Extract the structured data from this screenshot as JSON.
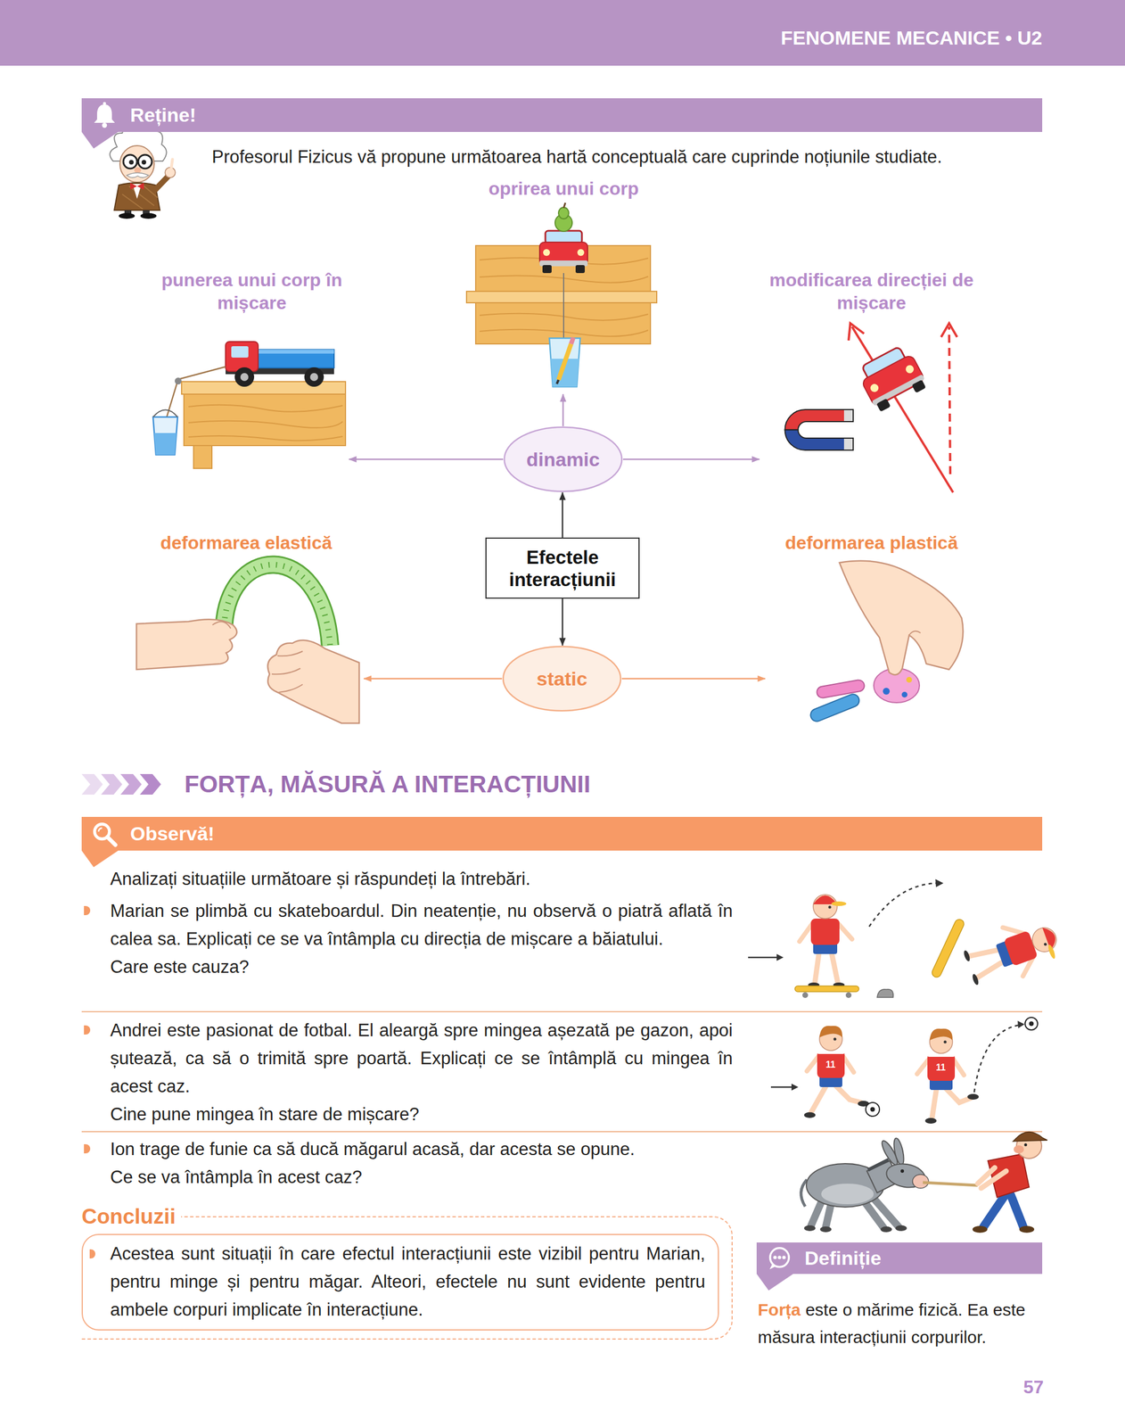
{
  "diagram": {
    "nodes": [
      {
        "text": [
          "FENOMENE MECANICE • U2"
        ]
      },
      {
        "text": [
          "Reține!"
        ]
      },
      {
        "text": [
          "oprirea unui corp"
        ]
      },
      {
        "text": [
          "punerea unui corp în mișcare"
        ]
      },
      {
        "text": [
          "modificarea direcției de mișcare"
        ]
      },
      {
        "text": [
          "dinamic"
        ]
      },
      {
        "text": [
          "deformarea elastică"
        ]
      },
      {
        "text": [
          "Efectele interacțiunii"
        ]
      },
      {
        "text": [
          "deformarea plastică"
        ]
      },
      {
        "text": [
          "static"
        ]
      },
      {
        "text": [
          "Observă!"
        ]
      },
      {
        "text": [
          "Concluzii",
          "Acestea sunt situații în care efectul interacțiunii este vizibil pentru Marian, pentru minge și pentru măgar. Alteori, efectele nu sunt evidente pentru ambele corpuri implicate în interacțiune."
        ]
      },
      {
        "text": [
          "Definiție"
        ]
      }
    ],
    "edges": [
      {
        "from": 7,
        "to": 5,
        "arrow": "to"
      },
      {
        "from": 7,
        "to": 9,
        "arrow": "to"
      },
      {
        "from": 5,
        "to": 3,
        "arrow": "to"
      },
      {
        "from": 5,
        "to": 2,
        "arrow": "to"
      },
      {
        "from": 5,
        "to": 4,
        "arrow": "to"
      },
      {
        "from": 9,
        "to": 6,
        "arrow": "to"
      },
      {
        "from": 9,
        "to": 8,
        "arrow": "to"
      }
    ],
    "labels": [
      "Profesorul Fizicus vă propune următoarea hartă conceptuală care cuprinde noțiunile studiate.",
      "FORȚA, MĂSURĂ A INTERACȚIUNII",
      "Analizați situațiile următoare și răspundeți la întrebări.",
      "Marian se plimbă cu skateboardul. Din neatenție, nu observă o piatră aflată în calea sa. Explicați ce se va întâmpla cu direcția de mișcare a băiatului.",
      "Care este cauza?",
      "Andrei este pasionat de fotbal. El aleargă spre mingea așezată pe gazon, apoi șutează, ca să o trimită spre poartă. Explicați ce se întâmplă cu mingea în acest caz.",
      "Cine pune mingea în stare de mișcare?",
      "Ion trage de funie ca să ducă măgarul acasă, dar acesta se opune.",
      "Ce se va întâmpla în acest caz?",
      "11",
      "11",
      "Forța",
      "este o mărime fizică. Ea este măsura interacțiunii corpurilor.",
      "57"
    ]
  }
}
